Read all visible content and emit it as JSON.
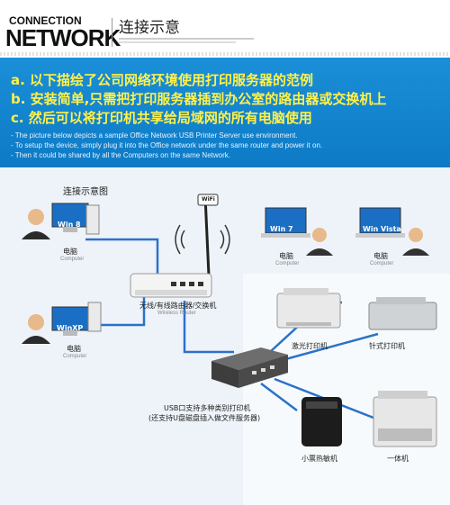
{
  "header": {
    "logo_top": "CONNECTION",
    "logo_main": "NETWORK",
    "title": "连接示意"
  },
  "banner": {
    "cn_lines": [
      "a. 以下描绘了公司网络环境使用打印服务器的范例",
      "b. 安装简单,只需把打印服务器插到办公室的路由器或交换机上",
      "c. 然后可以将打印机共享给局域网的所有电脑使用"
    ],
    "en_lines": [
      "- The picture below depicts a sample Office Network USB Printer Server use environment.",
      "- To setup the device, simply plug it into the Office network under the same router and power it on.",
      "- Then it could be shared by all the Computers on the same Network."
    ]
  },
  "diagram": {
    "title": "连接示意图",
    "computers": [
      {
        "os": "Win 8",
        "label": "电脑",
        "sub": "Computer"
      },
      {
        "os": "Win 7",
        "label": "电脑",
        "sub": "Computer"
      },
      {
        "os": "Win Vista",
        "label": "电脑",
        "sub": "Computer"
      },
      {
        "os": "WinXP",
        "label": "电脑",
        "sub": "Computer"
      }
    ],
    "router": {
      "label": "无线/有线路由器/交换机",
      "sub": "Wireless Router",
      "badge": "WiFi"
    },
    "server": {
      "label_line1": "USB口支持多种类别打印机",
      "label_line2": "(还支持U盘磁盘插入做文件服务器)"
    },
    "printers": [
      {
        "label": "激光打印机"
      },
      {
        "label": "针式打印机"
      },
      {
        "label": "小票热敏机"
      },
      {
        "label": "一体机"
      }
    ]
  },
  "colors": {
    "banner": "#1a8fd8",
    "banner_text": "#fff14a",
    "diagram_bg": "#eef3f9",
    "screen_blue": "#1a6fc4"
  }
}
